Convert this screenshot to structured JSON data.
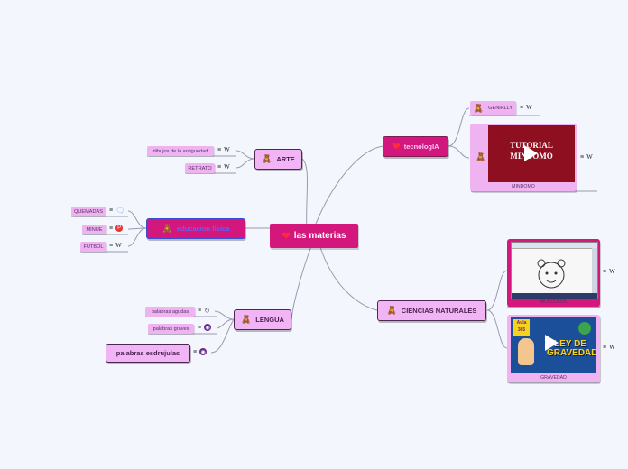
{
  "central": {
    "label": "las materias"
  },
  "nodes": {
    "arte": {
      "label": "ARTE",
      "subs": [
        "dibujos de la antiguedad",
        "RETRATO"
      ]
    },
    "edfisica": {
      "label": "educacion fisica",
      "subs": [
        "QUEMADAS",
        "MINUE",
        "FUTBOL"
      ]
    },
    "lengua": {
      "label": "LENGUA",
      "subs": [
        "palabras  agudas",
        "palabras graves",
        "palabras esdrujulas"
      ]
    },
    "tecnologia": {
      "label": "tecnologIA",
      "subs": [
        "GENIALLY"
      ],
      "video_caption": "MINDOMO",
      "video_title": "TUTORIAL MINDOMO"
    },
    "ciencias": {
      "label": "CIENCIAS NATURALES",
      "captions": [
        "MUSCULOS",
        "GRAVEDAD"
      ],
      "gravedad_title": "LEY DE GRAVEDAD",
      "aula": "Aula 365"
    }
  },
  "glyphs": {
    "notes": "≡",
    "wiki": "W",
    "pinterest": "P",
    "globe": "◉",
    "comment": "🗨",
    "refresh": "↻"
  },
  "icons": {
    "bear": "🧸",
    "heart": "❤"
  }
}
